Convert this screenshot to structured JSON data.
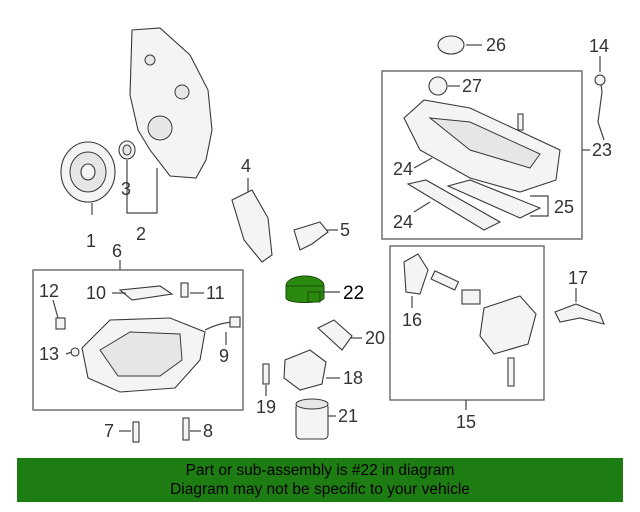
{
  "callouts": {
    "c1": "1",
    "c2": "2",
    "c3": "3",
    "c4": "4",
    "c5": "5",
    "c6": "6",
    "c7": "7",
    "c8": "8",
    "c9": "9",
    "c10": "10",
    "c11": "11",
    "c12": "12",
    "c13": "13",
    "c14": "14",
    "c15": "15",
    "c16": "16",
    "c17": "17",
    "c18": "18",
    "c19": "19",
    "c20": "20",
    "c21": "21",
    "c22": "22",
    "c23": "23",
    "c24a": "24",
    "c24b": "24",
    "c25": "25",
    "c26": "26",
    "c27": "27"
  },
  "highlight": {
    "part_number": "22",
    "color": "#2a8a10"
  },
  "banner": {
    "line1": "Part or sub-assembly is #22 in diagram",
    "line2": "Diagram may not be specific to your vehicle",
    "color": "#1e7d12"
  }
}
